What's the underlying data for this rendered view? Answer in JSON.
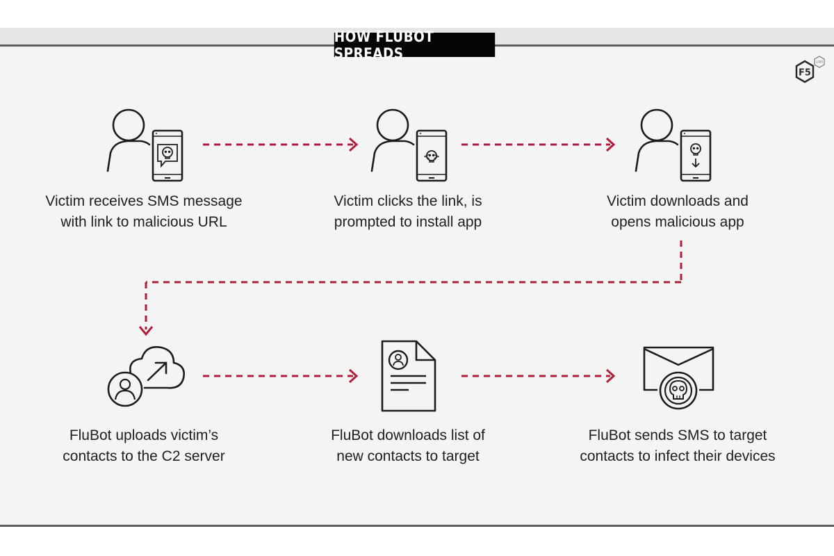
{
  "title": "HOW FLUBOT SPREADS",
  "logo": {
    "text": "F5",
    "subtext": "LABS"
  },
  "colors": {
    "accent": "#b01e3a",
    "ink": "#1c1c1c",
    "panel": "#f4f4f4",
    "title_bg": "#050505",
    "title_fg": "#ffffff"
  },
  "steps": [
    {
      "icon": "person-phone-sms-skull-icon",
      "lines": [
        "Victim receives SMS message",
        "with link to malicious URL"
      ]
    },
    {
      "icon": "person-phone-code-skull-icon",
      "lines": [
        "Victim clicks the link, is",
        "prompted to install app"
      ]
    },
    {
      "icon": "person-phone-download-skull-icon",
      "lines": [
        "Victim downloads and",
        "opens malicious app"
      ]
    },
    {
      "icon": "contact-cloud-upload-icon",
      "lines": [
        "FluBot uploads victim’s",
        "contacts to the C2 server"
      ]
    },
    {
      "icon": "contact-document-list-icon",
      "lines": [
        "FluBot downloads list of",
        "new contacts to target"
      ]
    },
    {
      "icon": "envelope-skull-icon",
      "lines": [
        "FluBot sends SMS to target",
        "contacts to infect their devices"
      ]
    }
  ],
  "connectors": [
    {
      "from": 1,
      "to": 2,
      "style": "dashed-arrow-right"
    },
    {
      "from": 2,
      "to": 3,
      "style": "dashed-arrow-right"
    },
    {
      "from": 3,
      "to": 4,
      "style": "dashed-elbow-down-left"
    },
    {
      "from": 4,
      "to": 5,
      "style": "dashed-arrow-right"
    },
    {
      "from": 5,
      "to": 6,
      "style": "dashed-arrow-right"
    }
  ]
}
